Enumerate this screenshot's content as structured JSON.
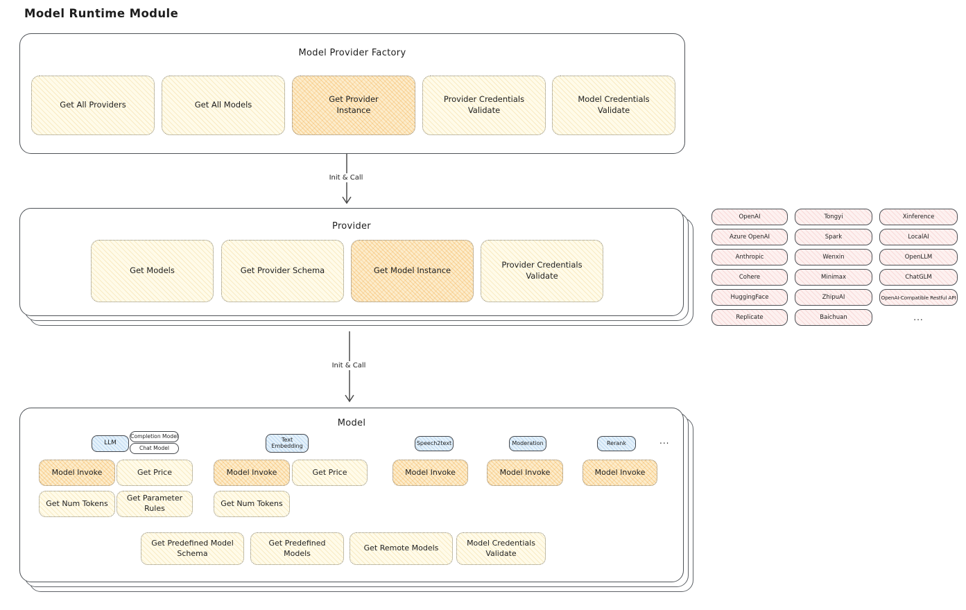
{
  "title": "Model Runtime Module",
  "colors": {
    "panel_border": "#4d5156",
    "yellow_box": "#fffbe9",
    "orange_highlight": "#fceccb",
    "pink_provider": "#fdf1f0",
    "blue_tag": "#e4f1fb"
  },
  "factory": {
    "title": "Model Provider Factory",
    "boxes": [
      "Get All Providers",
      "Get All Models",
      "Get Provider Instance",
      "Provider Credentials Validate",
      "Model Credentials Validate"
    ]
  },
  "arrows": {
    "arrow1_label": "Init & Call",
    "arrow2_label": "Init & Call"
  },
  "provider": {
    "title": "Provider",
    "boxes": [
      "Get Models",
      "Get Provider Schema",
      "Get Model Instance",
      "Provider Credentials Validate"
    ]
  },
  "providers_list": {
    "items": [
      "OpenAI",
      "Tongyi",
      "Xinference",
      "Azure OpenAI",
      "Spark",
      "LocalAI",
      "Anthropic",
      "Wenxin",
      "OpenLLM",
      "Cohere",
      "Minimax",
      "ChatGLM",
      "HuggingFace",
      "ZhipuAI",
      "OpenAI-Compatible Restful API",
      "Replicate",
      "Baichuan",
      "..."
    ]
  },
  "model": {
    "title": "Model",
    "tags": {
      "llm": "LLM",
      "completion_model": "Completion Model",
      "chat_model": "Chat Model",
      "text_embedding": "Text Embedding",
      "speech2text": "Speech2text",
      "moderation": "Moderation",
      "rerank": "Rerank",
      "more": "..."
    },
    "llm_boxes": [
      "Model Invoke",
      "Get Price",
      "Get Num Tokens",
      "Get Parameter Rules"
    ],
    "embedding_boxes": [
      "Model Invoke",
      "Get Price",
      "Get Num Tokens"
    ],
    "speech2text_boxes": [
      "Model Invoke"
    ],
    "moderation_boxes": [
      "Model Invoke"
    ],
    "rerank_boxes": [
      "Model Invoke"
    ],
    "common_boxes": [
      "Get Predefined Model Schema",
      "Get Predefined Models",
      "Get Remote Models",
      "Model Credentials Validate"
    ]
  }
}
